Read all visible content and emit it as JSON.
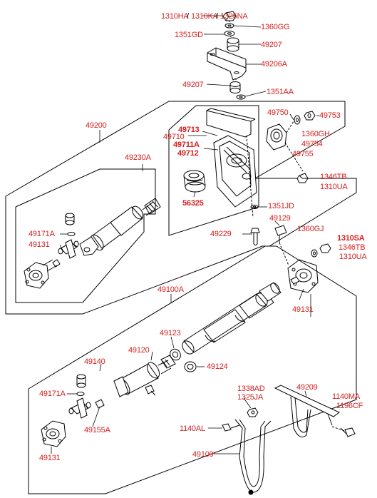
{
  "title_parts": [
    "1310HA",
    "1310KA",
    "1325NA"
  ],
  "title_separator": "/",
  "labels": {
    "l1360GG": "1360GG",
    "l1351GD": "1351GD",
    "l49207a": "49207",
    "l49206A": "49206A",
    "l49207b": "49207",
    "l1351AA": "1351AA",
    "l49200": "49200",
    "l49750": "49750",
    "l49753": "49753",
    "l49710": "49710",
    "l49713": "49713",
    "l1360GH": "1360GH",
    "l49754": "49754",
    "l49711A": "49711A",
    "l49712": "49712",
    "l49755": "49755",
    "l49230A": "49230A",
    "l1346TB_a": "1346TB",
    "l1310UA_a": "1310UA",
    "l56325": "56325",
    "l1351JD": "1351JD",
    "l49129": "49129",
    "l49171A_a": "49171A",
    "l1360GJ": "1360GJ",
    "l1310SA": "1310SA",
    "l49229": "49229",
    "l1346TB_b": "1346TB",
    "l49131_a": "49131",
    "l1310UA_b": "1310UA",
    "l49100A": "49100A",
    "l49131_b": "49131",
    "l49123": "49123",
    "l49120": "49120",
    "l49124": "49124",
    "l49140": "49140",
    "l1338AD": "1338AD",
    "l1325JA": "1325JA",
    "l49209": "49209",
    "l49171A_b": "49171A",
    "l1140MA": "1140MA",
    "l1196CF": "1196CF",
    "l49155A": "49155A",
    "l1140AL": "1140AL",
    "l49131_c": "49131",
    "l49109": "49109"
  },
  "colors": {
    "label": "#d81e1e",
    "line": "#000000",
    "background": "#ffffff"
  }
}
